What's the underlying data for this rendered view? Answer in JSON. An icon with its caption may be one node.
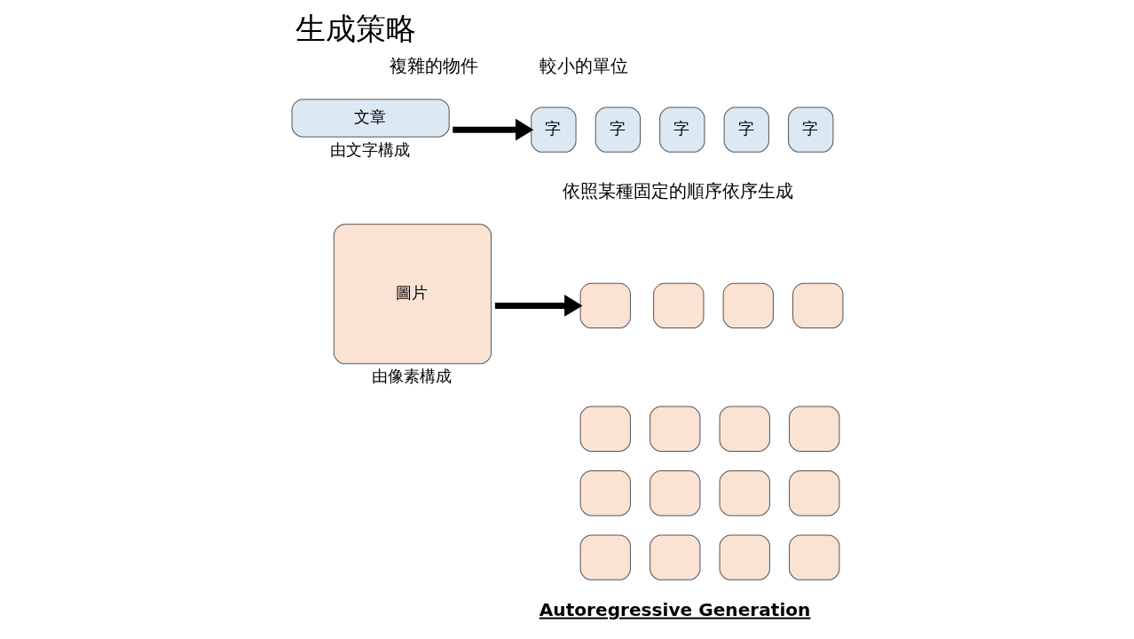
{
  "diagram": {
    "title": "生成策略",
    "nodes": [
      {
        "text": [
          "文章"
        ],
        "beside": [
          "由文字構成"
        ]
      },
      {
        "text": [
          "字"
        ]
      },
      {
        "text": [
          "字"
        ]
      },
      {
        "text": [
          "字"
        ]
      },
      {
        "text": [
          "字"
        ]
      },
      {
        "text": [
          "字"
        ]
      },
      {
        "text": [
          "圖片"
        ],
        "beside": [
          "由像素構成"
        ]
      },
      {
        "text": [],
        "shape": "box"
      },
      {
        "text": [],
        "shape": "box"
      },
      {
        "text": [],
        "shape": "box"
      },
      {
        "text": [],
        "shape": "box"
      },
      {
        "text": [],
        "shape": "box"
      },
      {
        "text": [],
        "shape": "box"
      },
      {
        "text": [],
        "shape": "box"
      },
      {
        "text": [],
        "shape": "box"
      },
      {
        "text": [],
        "shape": "box"
      },
      {
        "text": [],
        "shape": "box"
      },
      {
        "text": [],
        "shape": "box"
      },
      {
        "text": [],
        "shape": "box"
      },
      {
        "text": [],
        "shape": "box"
      },
      {
        "text": [],
        "shape": "box"
      },
      {
        "text": [],
        "shape": "box"
      },
      {
        "text": [],
        "shape": "box"
      }
    ],
    "edges": [
      {
        "from": 0,
        "to": 1,
        "arrow": "to"
      },
      {
        "from": 6,
        "to": 7,
        "arrow": "to"
      }
    ],
    "labels": [
      "複雜的物件",
      "較小的單位",
      "依照某種固定的順序依序生成",
      "Autoregressive Generation"
    ]
  }
}
